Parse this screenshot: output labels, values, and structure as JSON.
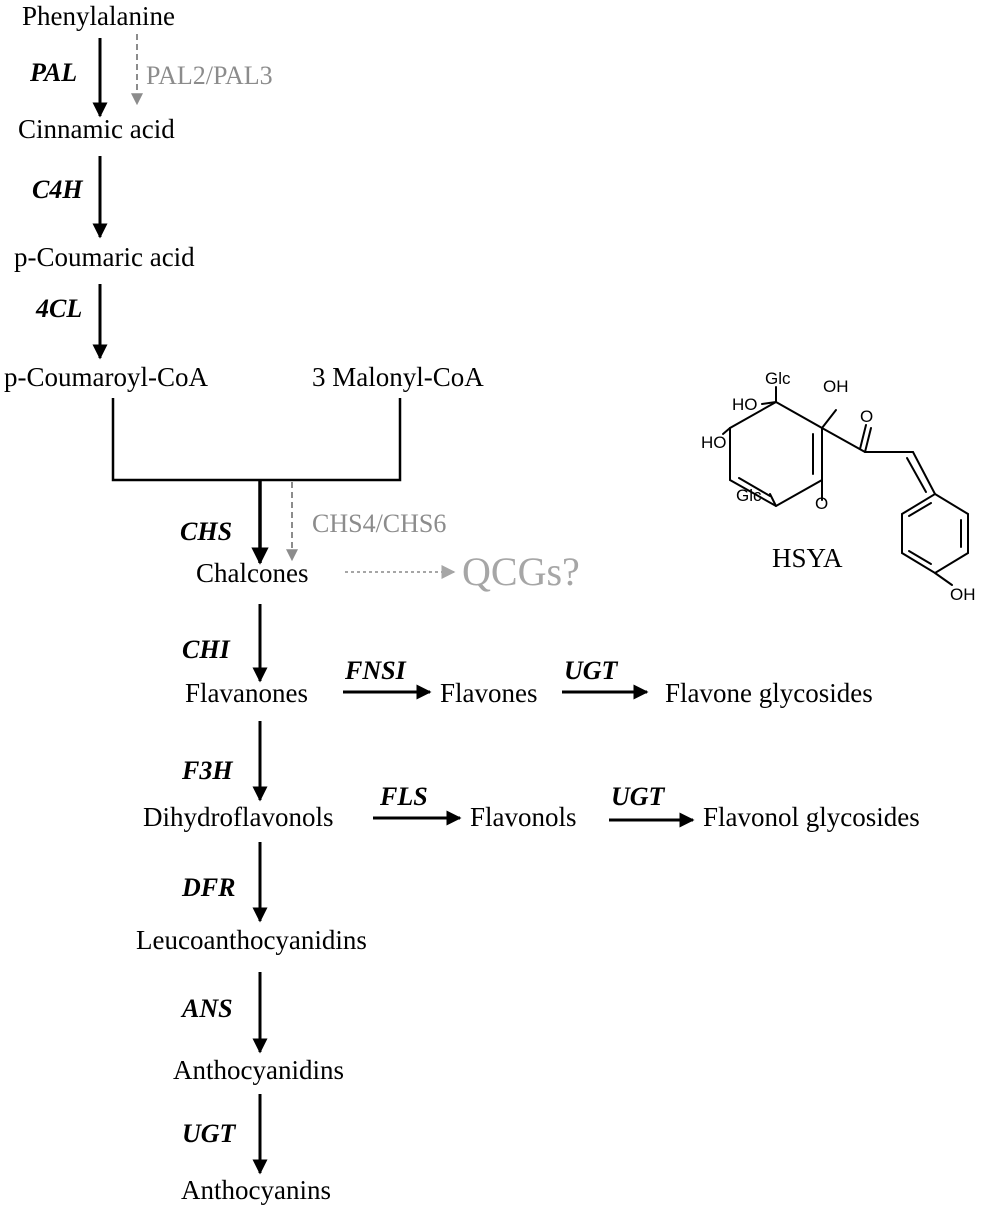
{
  "compounds": {
    "phenylalanine": "Phenylalanine",
    "cinnamic_acid": "Cinnamic acid",
    "p_coumaric_acid": "p-Coumaric acid",
    "p_coumaroyl_coa": "p-Coumaroyl-CoA",
    "malonyl_coa": "3 Malonyl-CoA",
    "chalcones": "Chalcones",
    "qcgs": "QCGs?",
    "flavanones": "Flavanones",
    "flavones": "Flavones",
    "flavone_glycosides": "Flavone glycosides",
    "dihydroflavonols": "Dihydroflavonols",
    "flavonols": "Flavonols",
    "flavonol_glycosides": "Flavonol glycosides",
    "leucoanthocyanidins": "Leucoanthocyanidins",
    "anthocyanidins": "Anthocyanidins",
    "anthocyanins": "Anthocyanins"
  },
  "enzymes": {
    "pal": "PAL",
    "pal2_pal3": "PAL2/PAL3",
    "c4h": "C4H",
    "4cl": "4CL",
    "chs": "CHS",
    "chs4_chs6": "CHS4/CHS6",
    "chi": "CHI",
    "fnsi": "FNSI",
    "ugt_flavone": "UGT",
    "f3h": "F3H",
    "fls": "FLS",
    "ugt_flavonol": "UGT",
    "dfr": "DFR",
    "ans": "ANS",
    "ugt_anthocyanin": "UGT"
  },
  "structure": {
    "name": "HSYA",
    "atoms": {
      "glc_top": "Glc",
      "ho_top": "HO",
      "oh_top": "OH",
      "ho_mid": "HO",
      "glc_bottom": "Glc",
      "o_ketone": "O",
      "o_ring": "O",
      "oh_phenol": "OH"
    }
  },
  "colors": {
    "main": "#000000",
    "secondary": "#8c8c8c",
    "speculative": "#a6a6a6"
  }
}
